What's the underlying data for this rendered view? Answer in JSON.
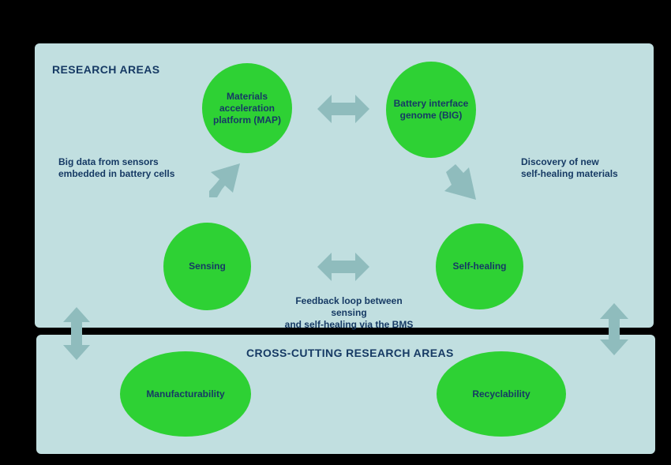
{
  "headings": {
    "research_areas": "RESEARCH AREAS",
    "cross_cutting": "CROSS-CUTTING RESEARCH AREAS"
  },
  "nodes": {
    "map": "Materials\nacceleration\nplatform (MAP)",
    "big": "Battery interface\ngenome (BIG)",
    "sensing": "Sensing",
    "self_healing": "Self-healing",
    "manufacturability": "Manufacturability",
    "recyclability": "Recyclability"
  },
  "notes": {
    "big_data": "Big data from sensors\nembedded in battery cells",
    "discovery": "Discovery of new\nself-healing materials",
    "feedback": "Feedback loop between sensing\nand self-healing via the BMS"
  },
  "colors": {
    "background": "#000000",
    "panel": "#c1dfe0",
    "node": "#2ed134",
    "text": "#163a64",
    "arrow": "#8fbcbd"
  }
}
